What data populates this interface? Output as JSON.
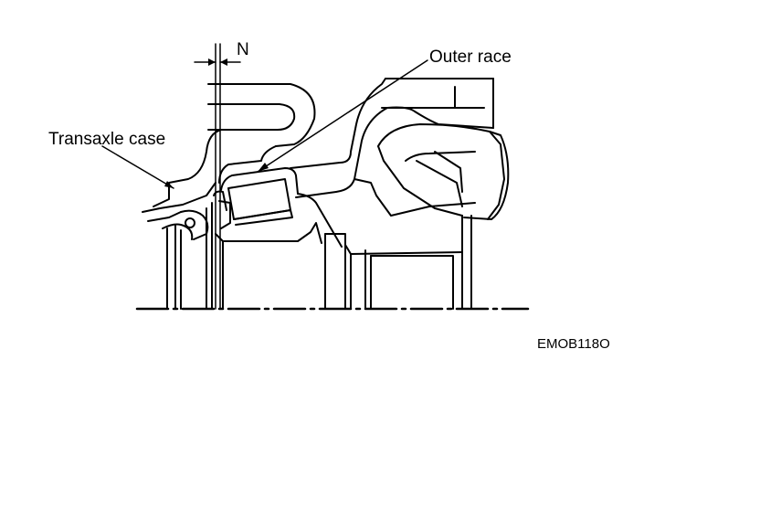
{
  "labels": {
    "dimension": "N",
    "outer_race": "Outer race",
    "transaxle_case": "Transaxle case",
    "figure_code": "EMOB118O"
  },
  "colors": {
    "ink": "#000000",
    "background": "#ffffff"
  }
}
